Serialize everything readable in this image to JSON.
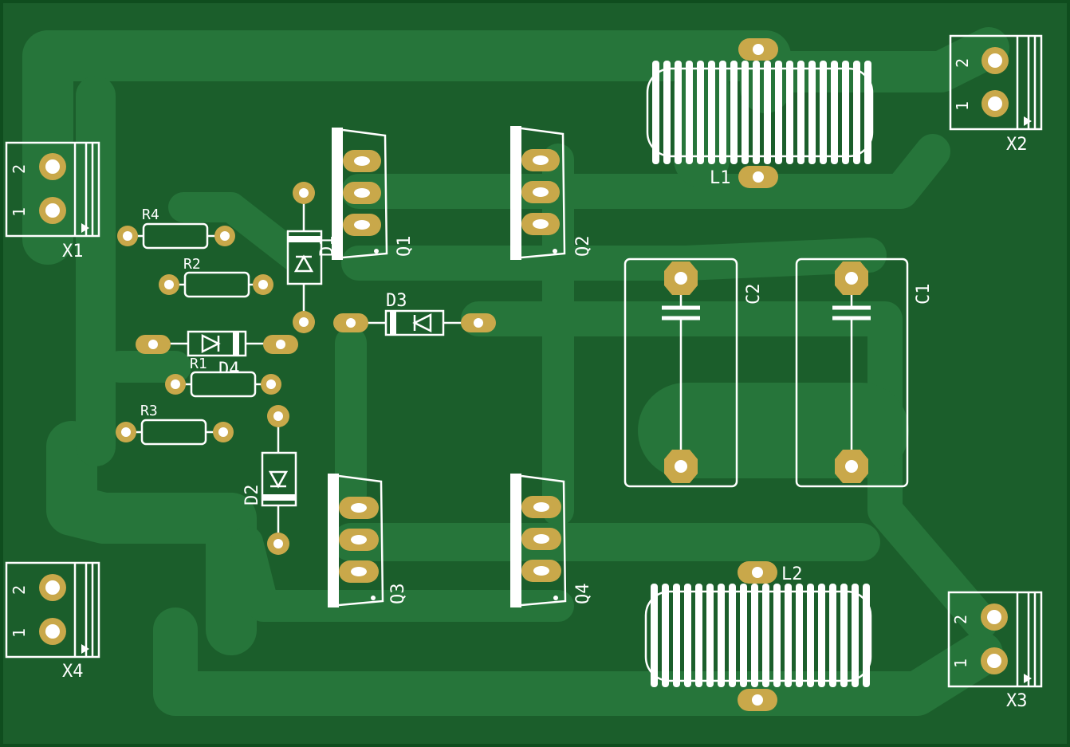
{
  "board": {
    "background": "#1b5e2b",
    "copper": "#26753a",
    "pad_color": "#c9a84a",
    "silk_color": "#ffffff"
  },
  "components": {
    "X1": {
      "ref": "X1",
      "pin1": "1",
      "pin2": "2"
    },
    "X2": {
      "ref": "X2",
      "pin1": "1",
      "pin2": "2"
    },
    "X3": {
      "ref": "X3",
      "pin1": "1",
      "pin2": "2"
    },
    "X4": {
      "ref": "X4",
      "pin1": "1",
      "pin2": "2"
    },
    "R1": {
      "ref": "R1"
    },
    "R2": {
      "ref": "R2"
    },
    "R3": {
      "ref": "R3"
    },
    "R4": {
      "ref": "R4"
    },
    "D1": {
      "ref": "D1"
    },
    "D2": {
      "ref": "D2"
    },
    "D3": {
      "ref": "D3"
    },
    "D4": {
      "ref": "D4"
    },
    "Q1": {
      "ref": "Q1"
    },
    "Q2": {
      "ref": "Q2"
    },
    "Q3": {
      "ref": "Q3"
    },
    "Q4": {
      "ref": "Q4"
    },
    "C1": {
      "ref": "C1"
    },
    "C2": {
      "ref": "C2"
    },
    "L1": {
      "ref": "L1"
    },
    "L2": {
      "ref": "L2"
    }
  }
}
